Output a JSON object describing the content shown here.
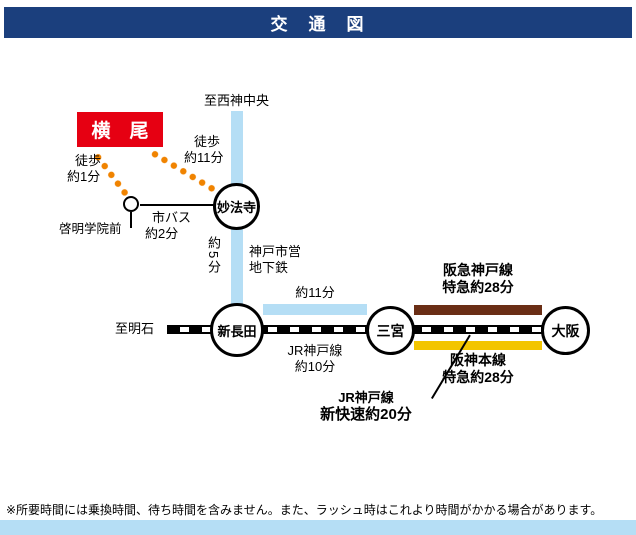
{
  "header": {
    "title": "交　通　図"
  },
  "diagram": {
    "dest_top": "至西神中央",
    "yokoo": "横　尾",
    "walk11_l1": "徒歩",
    "walk11_l2": "約11分",
    "walk1_l1": "徒歩",
    "walk1_l2": "約1分",
    "keimei": "啓明学院前",
    "bus_l1": "市バス",
    "bus_l2": "約2分",
    "myohoji": "妙法寺",
    "subway_min5": "約5分",
    "subway_l1": "神戸市営",
    "subway_l2": "地下鉄",
    "to_akashi": "至明石",
    "shin_nagata": "新長田",
    "min11": "約11分",
    "sannomiya": "三宮",
    "osaka": "大阪",
    "jr10_l1": "JR神戸線",
    "jr10_l2": "約10分",
    "hankyu_l1": "阪急神戸線",
    "hankyu_l2": "特急約28分",
    "hanshin_l1": "阪神本線",
    "hanshin_l2": "特急約28分",
    "jrrapid_l1": "JR神戸線",
    "jrrapid_l2": "新快速約20分"
  },
  "footer": {
    "note": "※所要時間には乗換時間、待ち時間を含みません。また、ラッシュ時はこれより時間がかかる場合があります。"
  },
  "colors": {
    "header_bg": "#1b3f7d",
    "subway_blue": "#b5def5",
    "yokoo_red": "#e60012",
    "walk_orange": "#f08300",
    "hankyu_brown": "#6a2e15",
    "hanshin_yellow": "#f3c500",
    "bottom_bar": "#b5def5"
  }
}
